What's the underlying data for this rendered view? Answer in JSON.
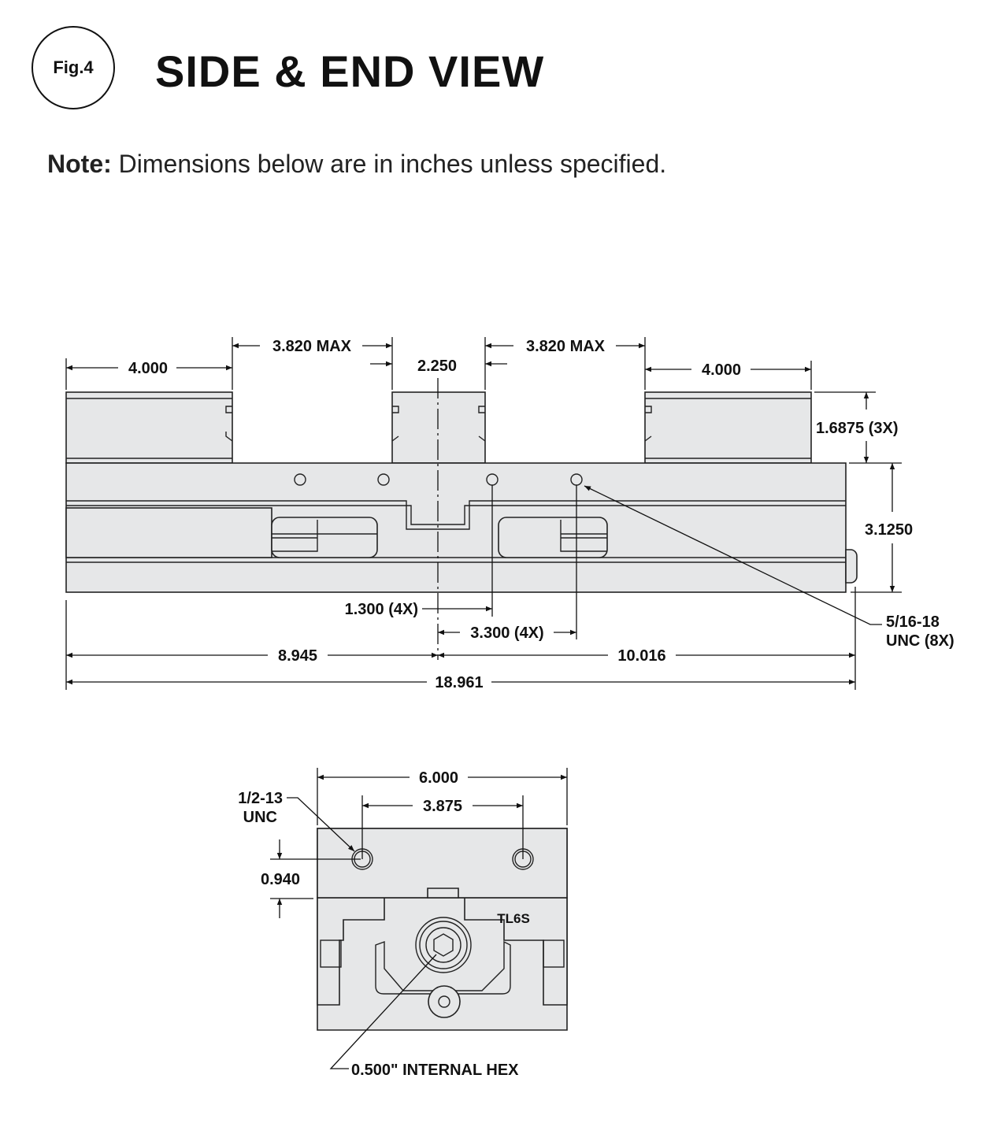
{
  "figure_label": "Fig.4",
  "title": "SIDE & END VIEW",
  "note": {
    "label": "Note:",
    "text": "Dimensions below are in inches unless specified."
  },
  "side_view": {
    "dims": {
      "left_jaw": "4.000",
      "left_gap": "3.820 MAX",
      "center_jaw": "2.250",
      "right_gap": "3.820 MAX",
      "right_jaw": "4.000",
      "jaw_height": "1.6875 (3X)",
      "body_height": "3.1250",
      "hole_near": "1.300 (4X)",
      "hole_far": "3.300 (4X)",
      "left_length": "8.945",
      "right_length": "10.016",
      "overall": "18.961"
    },
    "thread_callout": [
      "5/16-18",
      "UNC (8X)"
    ]
  },
  "end_view": {
    "dims": {
      "width": "6.000",
      "hole_spacing": "3.875",
      "hole_height": "0.940"
    },
    "thread_callout": [
      "1/2-13",
      "UNC"
    ],
    "model_mark": "TL6S",
    "hex_callout": "0.500\" INTERNAL HEX"
  }
}
